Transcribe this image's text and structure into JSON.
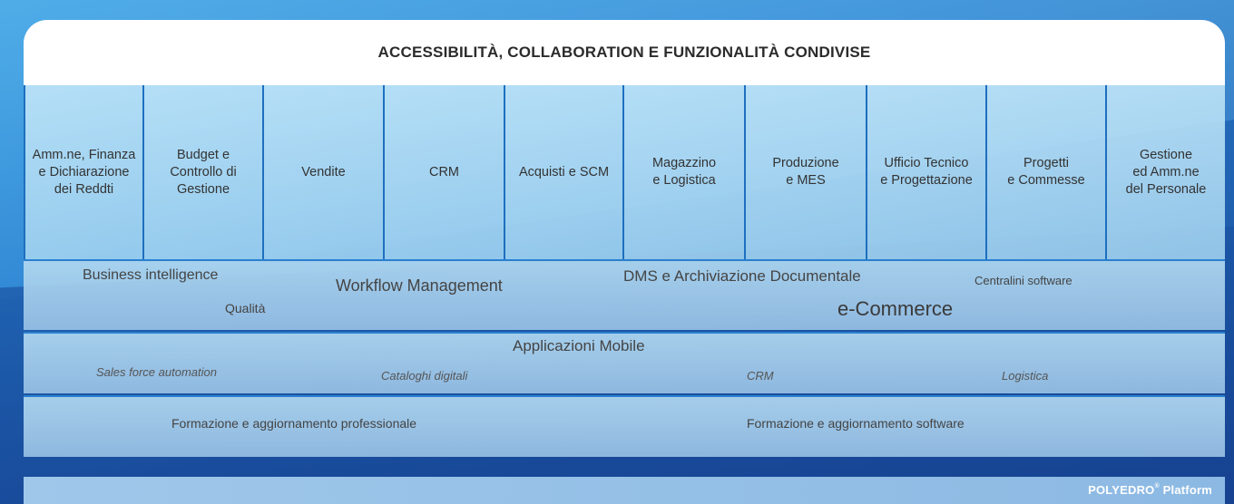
{
  "header": {
    "title": "ACCESSIBILITÀ, COLLABORATION E FUNZIONALITÀ CONDIVISE"
  },
  "modules": [
    {
      "label": "Amm.ne, Finanza\ne Dichiarazione\ndei Reddti"
    },
    {
      "label": "Budget e\nControllo di\nGestione"
    },
    {
      "label": "Vendite"
    },
    {
      "label": "CRM"
    },
    {
      "label": "Acquisti e SCM"
    },
    {
      "label": "Magazzino\ne Logistica"
    },
    {
      "label": "Produzione\ne MES"
    },
    {
      "label": "Ufficio Tecnico\ne Progettazione"
    },
    {
      "label": "Progetti\ne Commesse"
    },
    {
      "label": "Gestione\ned Amm.ne\ndel Personale"
    }
  ],
  "services": {
    "business_intelligence": "Business intelligence",
    "workflow": "Workflow Management",
    "dms": "DMS e Archiviazione Documentale",
    "centralini": "Centralini software",
    "qualita": "Qualità",
    "ecommerce": "e-Commerce"
  },
  "mobile": {
    "title": "Applicazioni Mobile",
    "items": [
      "Sales force automation",
      "Cataloghi digitali",
      "CRM",
      "Logistica"
    ]
  },
  "training": {
    "professional": "Formazione e aggiornamento professionale",
    "software": "Formazione e aggiornamento software"
  },
  "platform": {
    "brand": "POLYEDRO",
    "mark": "®",
    "product": "Platform"
  }
}
